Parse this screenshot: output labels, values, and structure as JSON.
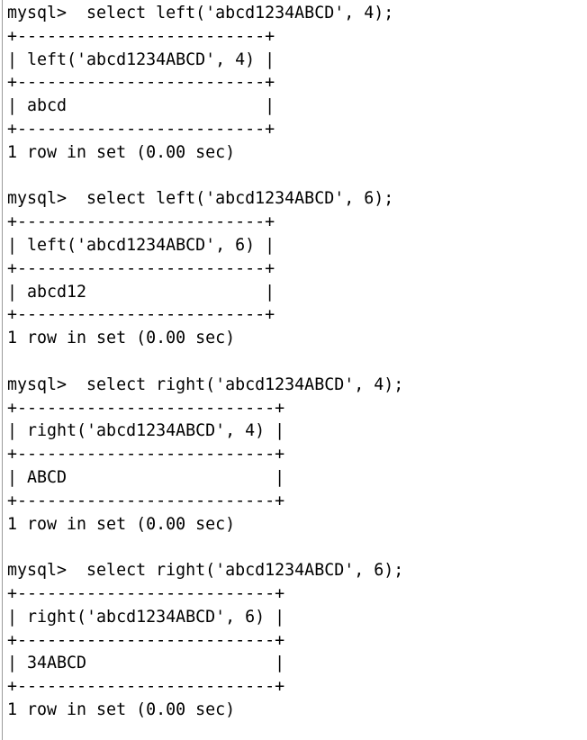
{
  "window": {
    "background_color": "#ffffff",
    "text_color": "#000000",
    "edge_color": "#9b9b9b"
  },
  "terminal": {
    "prompt": "mysql>",
    "blocks": [
      {
        "query": "select left('abcd1234ABCD', 4);",
        "result_value": "abcd",
        "status": "1 row in set (0.00 sec)",
        "lines": [
          "mysql>  select left('abcd1234ABCD', 4);",
          "+-------------------------+",
          "| left('abcd1234ABCD', 4) |",
          "+-------------------------+",
          "| abcd                    |",
          "+-------------------------+",
          "1 row in set (0.00 sec)"
        ]
      },
      {
        "query": "select left('abcd1234ABCD', 6);",
        "result_value": "abcd12",
        "status": "1 row in set (0.00 sec)",
        "lines": [
          "mysql>  select left('abcd1234ABCD', 6);",
          "+-------------------------+",
          "| left('abcd1234ABCD', 6) |",
          "+-------------------------+",
          "| abcd12                  |",
          "+-------------------------+",
          "1 row in set (0.00 sec)"
        ]
      },
      {
        "query": "select right('abcd1234ABCD', 4);",
        "result_value": "ABCD",
        "status": "1 row in set (0.00 sec)",
        "lines": [
          "mysql>  select right('abcd1234ABCD', 4);",
          "+--------------------------+",
          "| right('abcd1234ABCD', 4) |",
          "+--------------------------+",
          "| ABCD                     |",
          "+--------------------------+",
          "1 row in set (0.00 sec)"
        ]
      },
      {
        "query": "select right('abcd1234ABCD', 6);",
        "result_value": "34ABCD",
        "status": "1 row in set (0.00 sec)",
        "lines": [
          "mysql>  select right('abcd1234ABCD', 6);",
          "+--------------------------+",
          "| right('abcd1234ABCD', 6) |",
          "+--------------------------+",
          "| 34ABCD                   |",
          "+--------------------------+",
          "1 row in set (0.00 sec)"
        ]
      }
    ]
  }
}
